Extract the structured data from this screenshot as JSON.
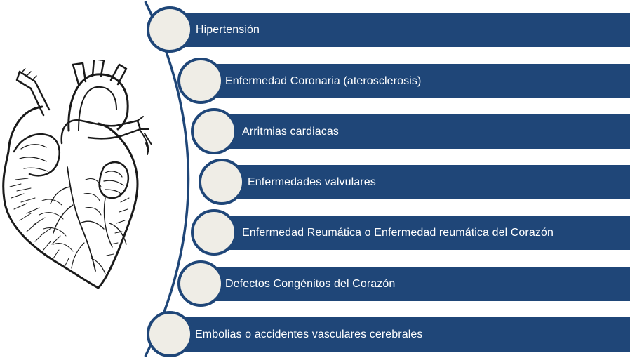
{
  "colors": {
    "bar": "#1f4678",
    "node_fill": "#efede6",
    "node_border": "#1f4678",
    "text": "#ffffff"
  },
  "illustration": {
    "icon": "anatomical-heart-icon"
  },
  "items": [
    {
      "label": "Hipertensión"
    },
    {
      "label": "Enfermedad Coronaria (aterosclerosis)"
    },
    {
      "label": "Arritmias cardiacas"
    },
    {
      "label": "Enfermedades valvulares"
    },
    {
      "label": "Enfermedad Reumática o Enfermedad reumática del Corazón"
    },
    {
      "label": "Defectos Congénitos del Corazón"
    },
    {
      "label": "Embolias o accidentes vasculares cerebrales"
    }
  ]
}
